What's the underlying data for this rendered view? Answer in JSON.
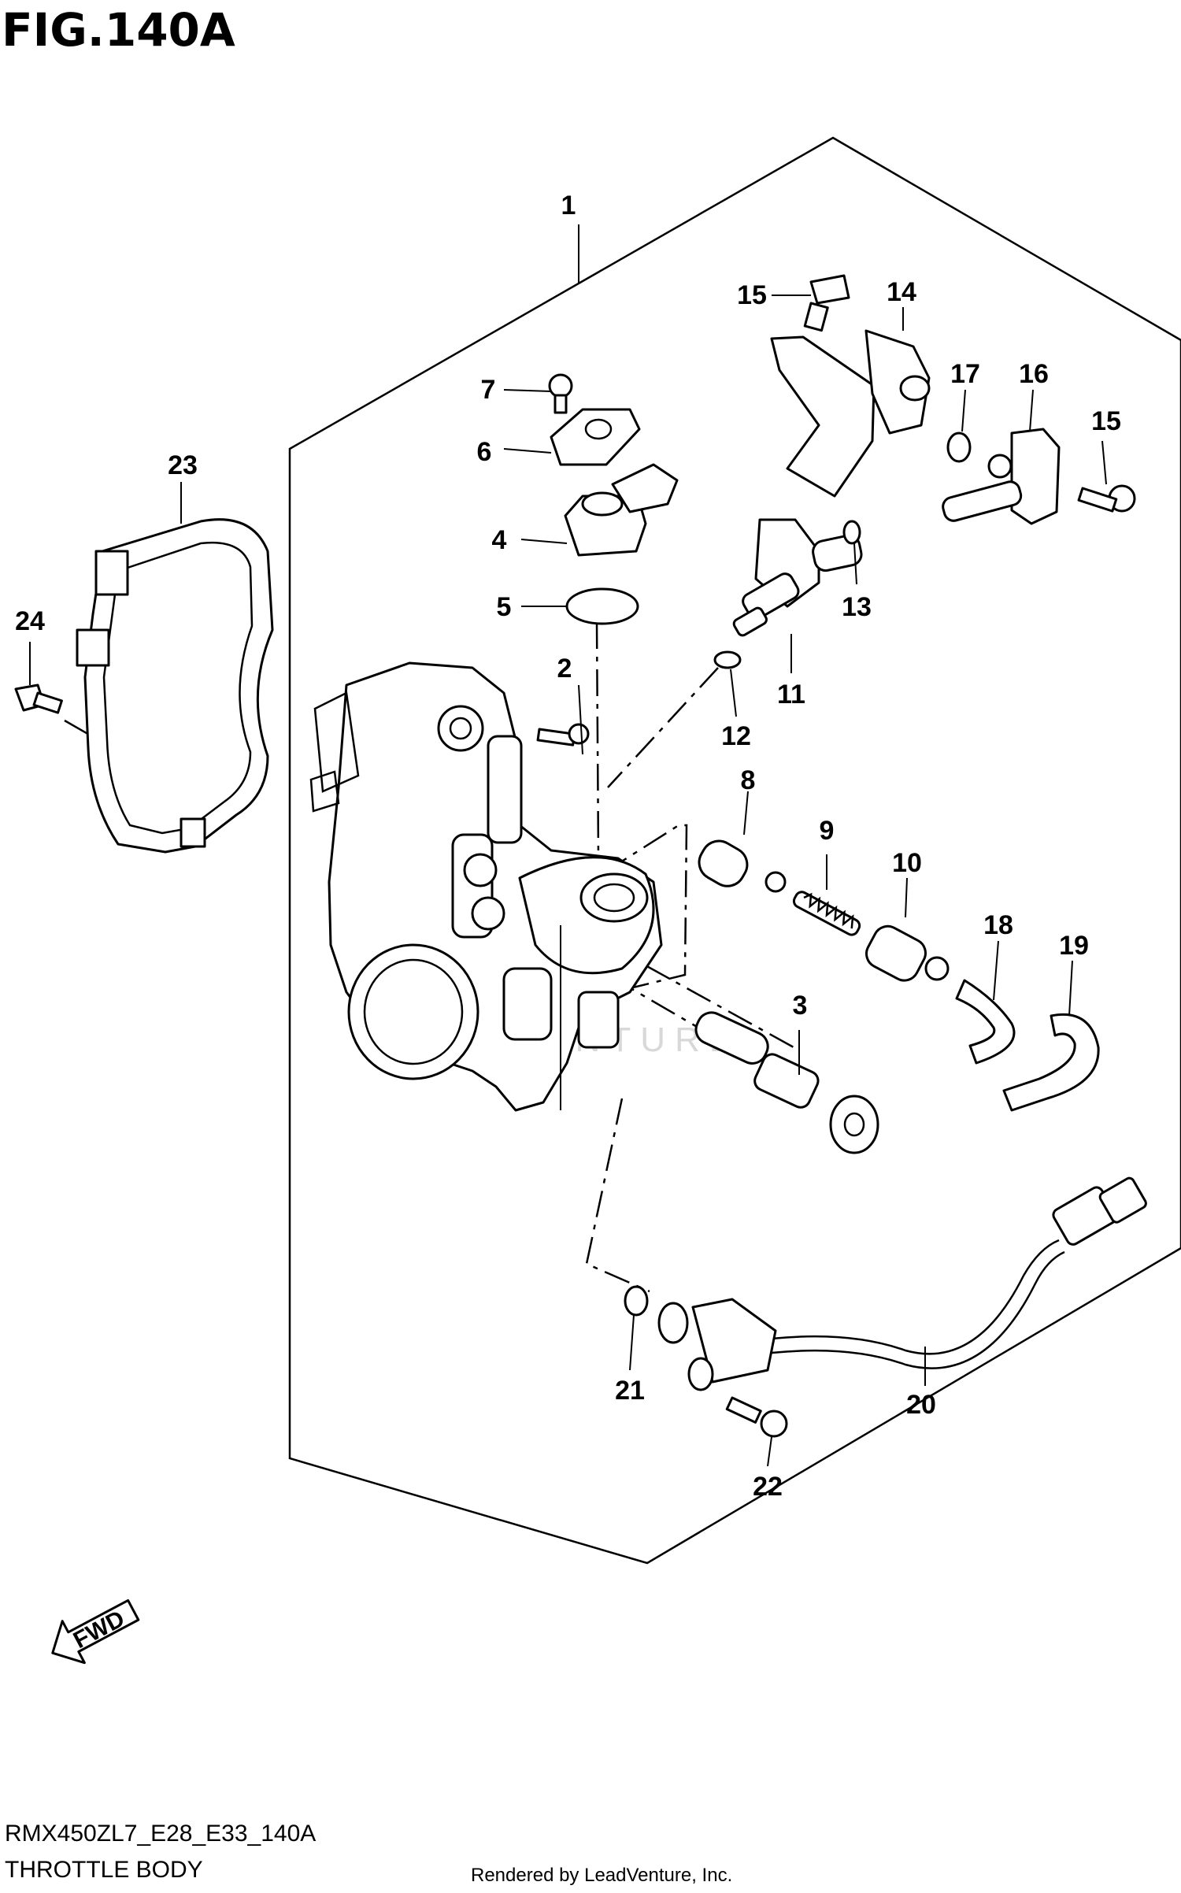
{
  "figure": {
    "title": "FIG.140A",
    "model_code": "RMX450ZL7_E28_E33_140A",
    "assembly_name": "THROTTLE BODY",
    "credit": "Rendered by LeadVenture, Inc.",
    "watermark": "LEADVENTURE",
    "direction_label": "FWD"
  },
  "callouts": [
    "1",
    "2",
    "3",
    "4",
    "5",
    "6",
    "7",
    "8",
    "9",
    "10",
    "11",
    "12",
    "13",
    "14",
    "15",
    "15",
    "16",
    "17",
    "18",
    "19",
    "20",
    "21",
    "22",
    "23",
    "24"
  ]
}
